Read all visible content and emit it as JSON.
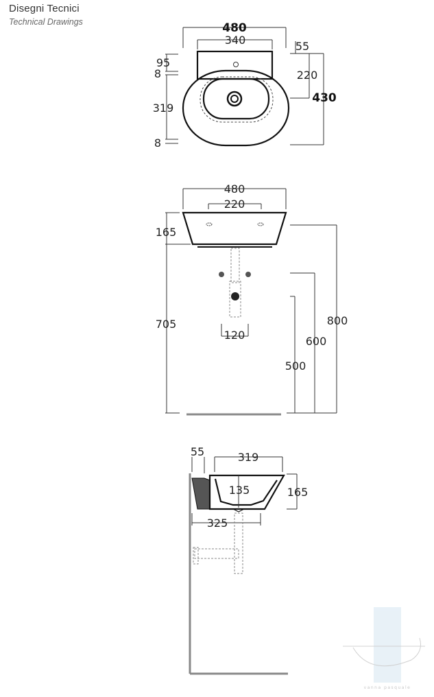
{
  "header": {
    "title": "Disegni Tecnici",
    "subtitle": "Technical Drawings"
  },
  "top_view": {
    "width_total": "480",
    "width_inner": "340",
    "d_55": "55",
    "d_95": "95",
    "d_8a": "8",
    "d_319": "319",
    "d_8b": "8",
    "d_220": "220",
    "d_430": "430"
  },
  "front_view": {
    "width_total": "480",
    "width_inner": "220",
    "h_165": "165",
    "h_705": "705",
    "drain_120": "120",
    "h_800": "800",
    "h_600": "600",
    "h_500": "500"
  },
  "side_view": {
    "d_55": "55",
    "d_319": "319",
    "d_135": "135",
    "d_165": "165",
    "d_325": "325"
  },
  "watermark": {
    "text": "vanna pasquale"
  }
}
